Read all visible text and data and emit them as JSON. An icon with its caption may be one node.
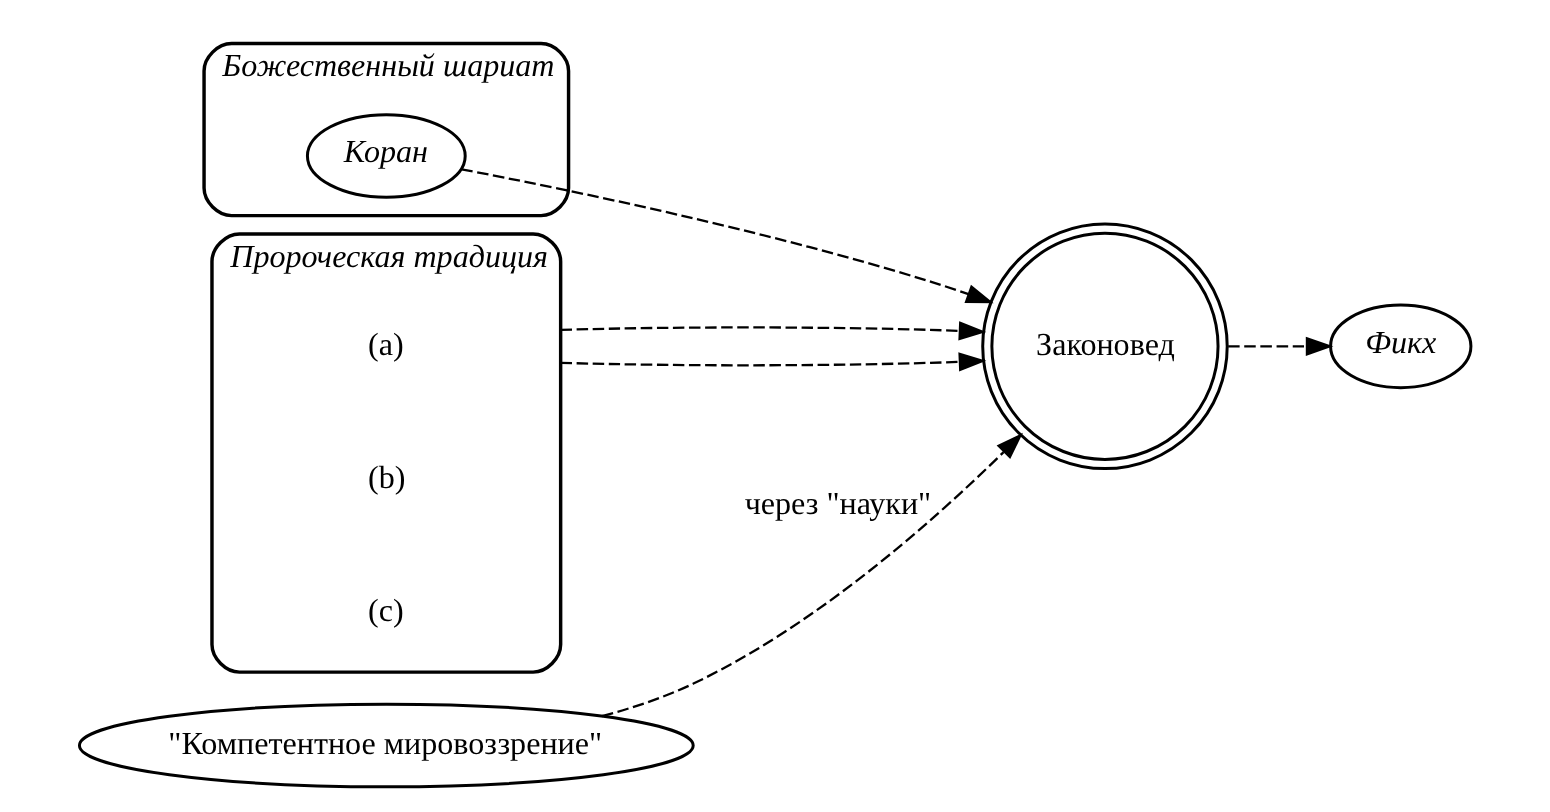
{
  "diagram": {
    "nodes": [
      {
        "text": [
          "Божественный шариат"
        ]
      },
      {
        "text": [
          "Коран"
        ],
        "in": 0
      },
      {
        "text": [
          "Пророческая традиция"
        ]
      },
      {
        "text": [
          "(a)"
        ],
        "in": 2
      },
      {
        "text": [
          "(b)"
        ],
        "in": 2
      },
      {
        "text": [
          "(c)"
        ],
        "in": 2
      },
      {
        "text": [
          "\"Компетентное мировоззрение\""
        ]
      },
      {
        "text": [
          "Законовед"
        ]
      },
      {
        "text": [
          "Фикх"
        ]
      }
    ],
    "edges": [
      {
        "from": 6,
        "to": 7,
        "arrow": "to",
        "style": "dashed",
        "label": "через \"науки\""
      },
      {
        "from": 1,
        "to": 7,
        "arrow": "to",
        "style": "dashed"
      },
      {
        "from": 2,
        "to": 7,
        "arrow": "to",
        "style": "dashed"
      },
      {
        "from": 2,
        "to": 7,
        "arrow": "to",
        "style": "dashed"
      },
      {
        "from": 7,
        "to": 8,
        "arrow": "to",
        "style": "dashed"
      }
    ]
  }
}
